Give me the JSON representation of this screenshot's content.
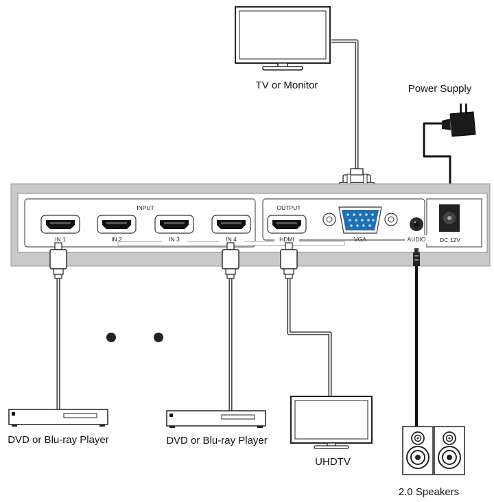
{
  "labels": {
    "tv_or_monitor": "TV or Monitor",
    "power_supply": "Power Supply",
    "dvd_player_1": "DVD or Blu-ray Player",
    "dvd_player_2": "DVD or Blu-ray Player",
    "uhdtv": "UHDTV",
    "speakers": "2.0 Speakers"
  },
  "device": {
    "input_group": "INPUT",
    "output_group": "OUTPUT",
    "ports": {
      "in1": "IN 1",
      "in2": "IN 2",
      "in3": "IN 3",
      "in4": "IN 4",
      "hdmi": "HDMI",
      "vga": "VGA",
      "audio": "AUDIO",
      "dc": "DC 12V"
    }
  }
}
